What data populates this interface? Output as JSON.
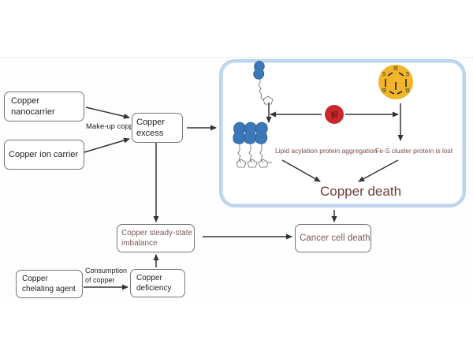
{
  "diagram": {
    "title": "Copper homeostasis and copper death (cuproptosis) pathway",
    "nodes": {
      "copper_nanocarrier": "Copper nanocarrier",
      "copper_ion_carrier": "Copper ion carrier",
      "copper_excess": "Copper excess",
      "copper_imbalance": "Copper steady-state imbalance",
      "copper_chelating_agent": "Copper chelating agent",
      "copper_deficiency": "Copper deficiency",
      "cancer_cell_death": "Cancer cell death"
    },
    "edge_labels": {
      "make_up_copper": "Make-up copper",
      "consumption_of_copper": "Consumption of copper"
    },
    "cell_panel": {
      "lipid_label": "Lipid acylation protein aggregation",
      "fes_label": "Fe-S cluster protein is lost",
      "outcome": "Copper death",
      "copper_ion_glyph": "铜",
      "fes_glyphs": [
        "铁",
        "S",
        "S",
        "铁",
        "铁"
      ]
    },
    "colors": {
      "copper_ion": "#c8282c",
      "fes_cluster": "#f2b52a",
      "protein": "#3b78b8",
      "cell_border": "#bcd4ec",
      "death_text": "#6b3d3d"
    }
  }
}
